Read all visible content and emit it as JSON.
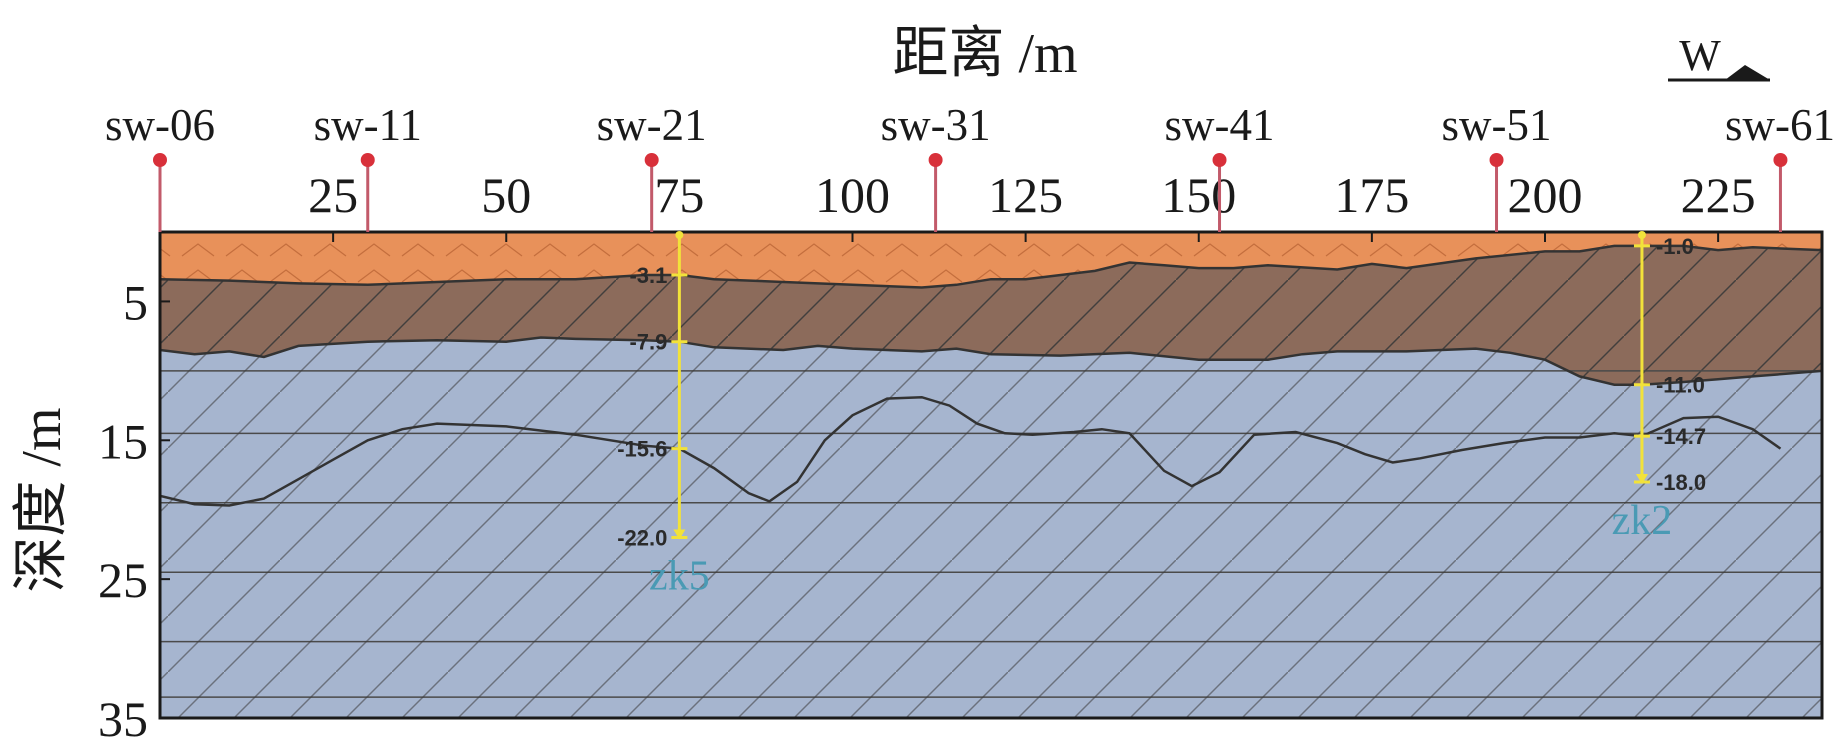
{
  "title": "距离 /m",
  "y_axis_label": "深度 /m",
  "direction_label": "W",
  "x_ticks": [
    {
      "value": 25,
      "label": "25"
    },
    {
      "value": 50,
      "label": "50"
    },
    {
      "value": 75,
      "label": "75"
    },
    {
      "value": 100,
      "label": "100"
    },
    {
      "value": 125,
      "label": "125"
    },
    {
      "value": 150,
      "label": "150"
    },
    {
      "value": 175,
      "label": "175"
    },
    {
      "value": 200,
      "label": "200"
    },
    {
      "value": 225,
      "label": "225"
    }
  ],
  "y_ticks": [
    {
      "value": 5,
      "label": "5"
    },
    {
      "value": 15,
      "label": "15"
    },
    {
      "value": 25,
      "label": "25"
    },
    {
      "value": 35,
      "label": "35"
    }
  ],
  "stations": [
    {
      "label": "sw-06",
      "x": 0
    },
    {
      "label": "sw-11",
      "x": 30
    },
    {
      "label": "sw-21",
      "x": 71
    },
    {
      "label": "sw-31",
      "x": 112
    },
    {
      "label": "sw-41",
      "x": 153
    },
    {
      "label": "sw-51",
      "x": 193
    },
    {
      "label": "sw-61",
      "x": 234
    }
  ],
  "boreholes": [
    {
      "name": "zk5",
      "x": 75,
      "depths": [
        {
          "depth": 3.1,
          "label": "-3.1"
        },
        {
          "depth": 7.9,
          "label": "-7.9"
        },
        {
          "depth": 15.6,
          "label": "-15.6"
        },
        {
          "depth": 22.0,
          "label": "-22.0"
        }
      ]
    },
    {
      "name": "zk2",
      "x": 214,
      "depths": [
        {
          "depth": 1.0,
          "label": "-1.0"
        },
        {
          "depth": 11.0,
          "label": "-11.0"
        },
        {
          "depth": 14.7,
          "label": "-14.7"
        },
        {
          "depth": 18.0,
          "label": "-18.0"
        }
      ]
    }
  ],
  "layer_colors": {
    "top": "#e8915a",
    "middle": "#8c6b5b",
    "bottom": "#a6b5cf",
    "borehole": "#f2e23a",
    "station_marker": "#d8303a"
  },
  "boundaries": {
    "boundary1": [
      [
        0,
        3.4
      ],
      [
        10,
        3.5
      ],
      [
        20,
        3.7
      ],
      [
        30,
        3.8
      ],
      [
        40,
        3.6
      ],
      [
        50,
        3.4
      ],
      [
        60,
        3.4
      ],
      [
        70,
        3.1
      ],
      [
        75,
        3.1
      ],
      [
        80,
        3.4
      ],
      [
        90,
        3.6
      ],
      [
        100,
        3.8
      ],
      [
        110,
        4.0
      ],
      [
        115,
        3.8
      ],
      [
        120,
        3.4
      ],
      [
        125,
        3.4
      ],
      [
        135,
        2.8
      ],
      [
        140,
        2.2
      ],
      [
        145,
        2.4
      ],
      [
        150,
        2.6
      ],
      [
        155,
        2.6
      ],
      [
        160,
        2.4
      ],
      [
        170,
        2.7
      ],
      [
        175,
        2.3
      ],
      [
        180,
        2.6
      ],
      [
        190,
        1.9
      ],
      [
        200,
        1.4
      ],
      [
        205,
        1.4
      ],
      [
        210,
        1.0
      ],
      [
        214,
        1.0
      ],
      [
        220,
        1.0
      ],
      [
        225,
        1.3
      ],
      [
        230,
        1.1
      ],
      [
        240,
        1.3
      ]
    ],
    "boundary2": [
      [
        0,
        8.5
      ],
      [
        5,
        8.8
      ],
      [
        10,
        8.6
      ],
      [
        15,
        9.0
      ],
      [
        20,
        8.2
      ],
      [
        30,
        7.9
      ],
      [
        40,
        7.8
      ],
      [
        50,
        7.9
      ],
      [
        55,
        7.6
      ],
      [
        60,
        7.7
      ],
      [
        70,
        7.8
      ],
      [
        75,
        7.9
      ],
      [
        80,
        8.3
      ],
      [
        90,
        8.5
      ],
      [
        95,
        8.2
      ],
      [
        100,
        8.4
      ],
      [
        110,
        8.6
      ],
      [
        115,
        8.4
      ],
      [
        120,
        8.8
      ],
      [
        130,
        8.9
      ],
      [
        140,
        8.7
      ],
      [
        150,
        9.2
      ],
      [
        160,
        9.2
      ],
      [
        165,
        8.8
      ],
      [
        170,
        8.6
      ],
      [
        180,
        8.6
      ],
      [
        190,
        8.4
      ],
      [
        195,
        8.7
      ],
      [
        200,
        9.2
      ],
      [
        205,
        10.4
      ],
      [
        210,
        11.0
      ],
      [
        214,
        11.0
      ],
      [
        220,
        10.8
      ],
      [
        225,
        10.6
      ],
      [
        230,
        10.4
      ],
      [
        240,
        10.0
      ]
    ],
    "boundary3": [
      [
        0,
        19.0
      ],
      [
        5,
        19.6
      ],
      [
        10,
        19.7
      ],
      [
        15,
        19.2
      ],
      [
        20,
        17.8
      ],
      [
        25,
        16.4
      ],
      [
        30,
        15.0
      ],
      [
        35,
        14.2
      ],
      [
        40,
        13.8
      ],
      [
        50,
        14.0
      ],
      [
        60,
        14.6
      ],
      [
        70,
        15.4
      ],
      [
        75,
        15.6
      ],
      [
        80,
        17.0
      ],
      [
        85,
        18.8
      ],
      [
        88,
        19.4
      ],
      [
        92,
        18.0
      ],
      [
        96,
        15.0
      ],
      [
        100,
        13.2
      ],
      [
        105,
        12.0
      ],
      [
        110,
        11.9
      ],
      [
        114,
        12.5
      ],
      [
        118,
        13.8
      ],
      [
        122,
        14.5
      ],
      [
        126,
        14.6
      ],
      [
        132,
        14.4
      ],
      [
        136,
        14.2
      ],
      [
        140,
        14.5
      ],
      [
        145,
        17.2
      ],
      [
        149,
        18.3
      ],
      [
        153,
        17.3
      ],
      [
        158,
        14.6
      ],
      [
        164,
        14.4
      ],
      [
        170,
        15.2
      ],
      [
        174,
        16.0
      ],
      [
        178,
        16.6
      ],
      [
        182,
        16.3
      ],
      [
        188,
        15.7
      ],
      [
        194,
        15.2
      ],
      [
        200,
        14.8
      ],
      [
        205,
        14.8
      ],
      [
        210,
        14.5
      ],
      [
        214,
        14.7
      ],
      [
        220,
        13.4
      ],
      [
        225,
        13.3
      ],
      [
        230,
        14.2
      ],
      [
        234,
        15.6
      ]
    ]
  },
  "bedding_dip_lines_depth": [
    4.5,
    10.0,
    14.5,
    19.5,
    24.5,
    29.5,
    33.5
  ]
}
